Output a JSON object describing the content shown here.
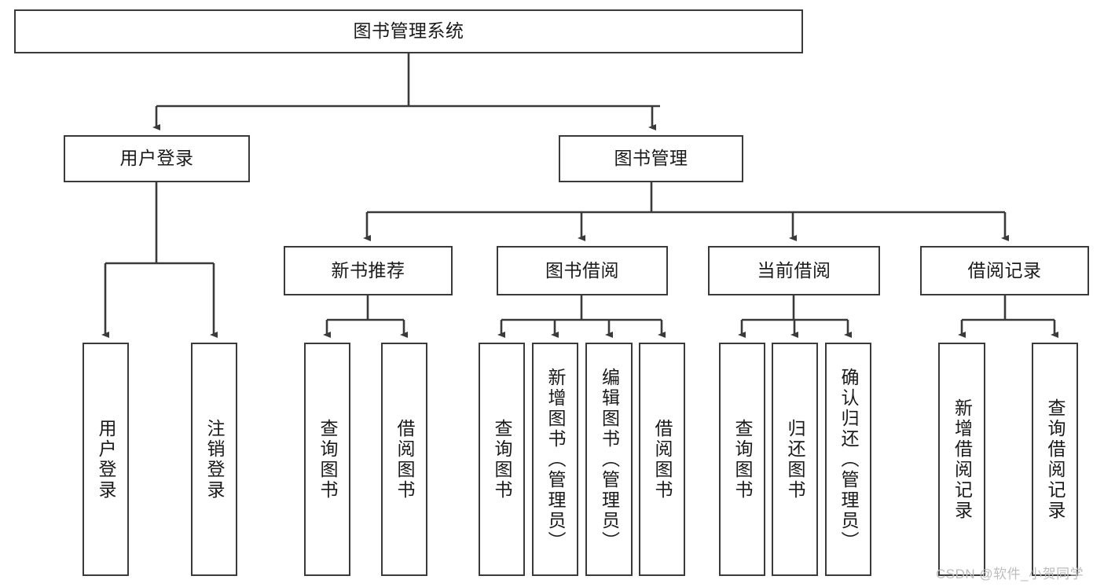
{
  "diagram": {
    "title": "图书管理系统",
    "type": "functional-structure-tree",
    "root": {
      "label": "图书管理系统"
    },
    "level1": [
      {
        "label": "用户登录"
      },
      {
        "label": "图书管理"
      }
    ],
    "level2": [
      {
        "label": "新书推荐"
      },
      {
        "label": "图书借阅"
      },
      {
        "label": "当前借阅"
      },
      {
        "label": "借阅记录"
      }
    ],
    "leaves": {
      "user_login": [
        {
          "label": "用户登录"
        },
        {
          "label": "注销登录"
        }
      ],
      "new_book_recommend": [
        {
          "label": "查询图书"
        },
        {
          "label": "借阅图书"
        }
      ],
      "book_borrow": [
        {
          "label": "查询图书"
        },
        {
          "label": "新增图书（管理员）"
        },
        {
          "label": "编辑图书（管理员）"
        },
        {
          "label": "借阅图书"
        }
      ],
      "current_borrow": [
        {
          "label": "查询图书"
        },
        {
          "label": "归还图书"
        },
        {
          "label": "确认归还（管理员）"
        }
      ],
      "borrow_record": [
        {
          "label": "新增借阅记录"
        },
        {
          "label": "查询借阅记录"
        }
      ]
    }
  },
  "watermark": {
    "text": "CSDN @软件_小贺同学"
  },
  "colors": {
    "stroke": "#3a3a3a",
    "fill": "#ffffff",
    "text": "#1a1a1a",
    "watermark": "#bdbdbd"
  }
}
